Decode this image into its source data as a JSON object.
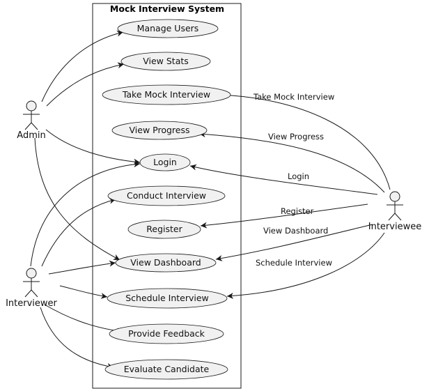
{
  "diagram": {
    "system_title": "Mock Interview System",
    "actors": {
      "admin": "Admin",
      "interviewer": "Interviewer",
      "interviewee": "Interviewee"
    },
    "use_cases": {
      "manage_users": "Manage Users",
      "view_stats": "View Stats",
      "take_mock_interview": "Take Mock Interview",
      "view_progress": "View Progress",
      "login": "Login",
      "conduct_interview": "Conduct Interview",
      "register": "Register",
      "view_dashboard": "View Dashboard",
      "schedule_interview": "Schedule Interview",
      "provide_feedback": "Provide Feedback",
      "evaluate_candidate": "Evaluate Candidate"
    },
    "edge_labels": {
      "take_mock_interview": "Take Mock Interview",
      "view_progress": "View Progress",
      "login": "Login",
      "register": "Register",
      "view_dashboard": "View Dashboard",
      "schedule_interview": "Schedule Interview"
    }
  }
}
